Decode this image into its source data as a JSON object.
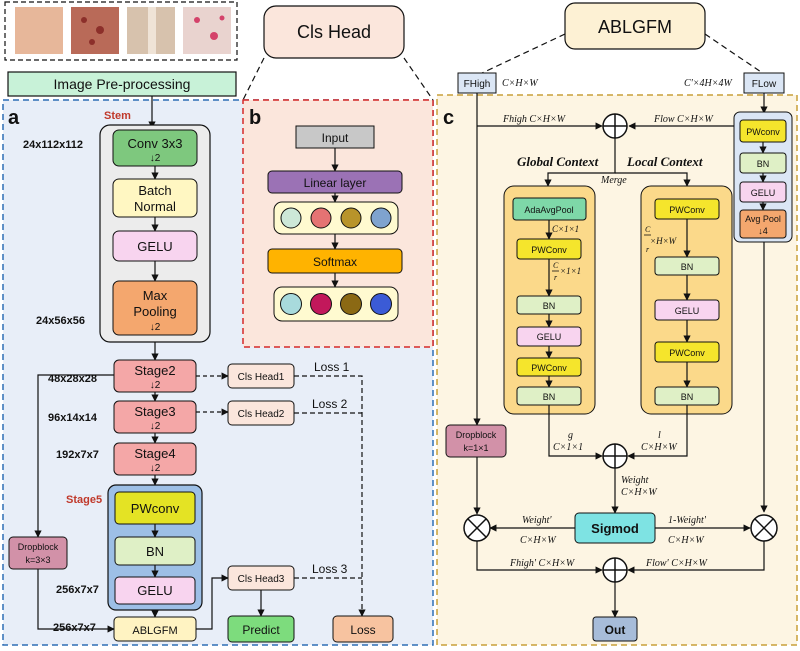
{
  "images_note": [],
  "top": {
    "preprocessing": "Image Pre-processing",
    "cls_head_title": "Cls Head",
    "ablgfm_title": "ABLGFM"
  },
  "panel_a": {
    "letter": "a",
    "stem_label": "Stem",
    "stem": [
      "Conv 3x3",
      "Batch",
      "Normal",
      "GELU",
      "Max",
      "Pooling"
    ],
    "stride": "↓2",
    "dims": [
      "24x112x112",
      "24x56x56",
      "48x28x28",
      "96x14x14",
      "192x7x7",
      "256x7x7",
      "256x7x7"
    ],
    "stages": [
      "Stage2",
      "Stage3",
      "Stage4"
    ],
    "stage5_label": "Stage5",
    "stage5": [
      "PWconv",
      "BN",
      "GELU"
    ],
    "ablgfm": "ABLGFM",
    "cls_heads": [
      "Cls Head1",
      "Cls Head2",
      "Cls Head3"
    ],
    "losses": [
      "Loss 1",
      "Loss 2",
      "Loss 3"
    ],
    "dropblock": [
      "Dropblock",
      "k=3×3"
    ],
    "predict": "Predict",
    "loss": "Loss"
  },
  "panel_b": {
    "letter": "b",
    "input": "Input",
    "linear": "Linear layer",
    "softmax": "Softmax",
    "circle_colors_1": [
      "#cde8d8",
      "#e57373",
      "#b8942a",
      "#7fa3cf"
    ],
    "circle_colors_2": [
      "#a8dadc",
      "#c2185b",
      "#8b6914",
      "#3b5bd6"
    ]
  },
  "panel_c": {
    "letter": "c",
    "fhigh": "FHigh",
    "flow": "FLow",
    "chw": "C×H×W",
    "c4": "C'×4H×4W",
    "fhigh_sum": "Fhigh C×H×W",
    "flow_sum": "Flow C×H×W",
    "global_context": "Global Context",
    "local_context": "Local Context",
    "merge": "Merge",
    "global_branch": [
      "AdaAvgPool",
      "PWConv",
      "BN",
      "GELU",
      "PWConv",
      "BN"
    ],
    "local_branch": [
      "PWConv",
      "BN",
      "GELU",
      "PWConv",
      "BN"
    ],
    "low_branch": [
      "PWconv",
      "BN",
      "GELU",
      "Avg Pool",
      "↓4"
    ],
    "c11": "C×1×1",
    "cr11_a": "C",
    "cr11_b": "×1×1",
    "cr11_c": "r",
    "crhw_a": "C",
    "crhw_b": "×H×W",
    "crhw_c": "r",
    "g": "g",
    "g_dim": "C×1×1",
    "l": "l",
    "l_dim": "C×H×W",
    "weight": "Weight",
    "weight_dim": "C×H×W",
    "sigmod": "Sigmod",
    "weight_p": "Weight'",
    "one_minus": "1-Weight'",
    "dropblock": [
      "Dropblock",
      "k=1×1"
    ],
    "fhigh_p": "Fhigh' C×H×W",
    "flow_p": "Flow' C×H×W",
    "out": "Out"
  }
}
